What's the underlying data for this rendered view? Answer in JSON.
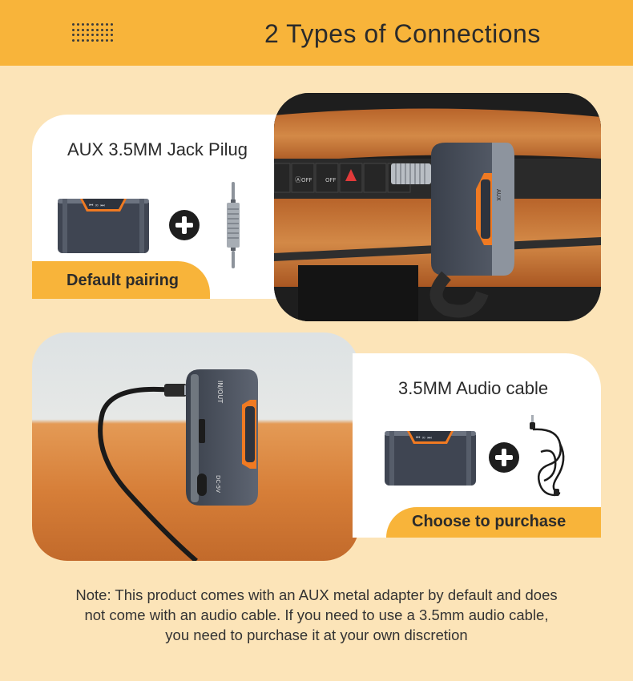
{
  "header": {
    "title": "2 Types of Connections",
    "icon": "grid-dots-icon"
  },
  "option_aux": {
    "title": "AUX 3.5MM Jack Pilug",
    "tag": "Default pairing"
  },
  "option_cable": {
    "title": "3.5MM Audio cable",
    "tag": "Choose to purchase"
  },
  "note": {
    "lines": [
      "Note: This product comes with an AUX metal adapter by default and does",
      "not come with an audio cable. If you need to use a 3.5mm audio cable,",
      "you need to purchase it at your own discretion"
    ]
  },
  "device_labels": {
    "in_out": "IN/OUT",
    "dc5v": "DC-5V",
    "aux": "AUX",
    "off1": "OFF",
    "off2": "OFF"
  },
  "colors": {
    "background": "#FCE4B8",
    "accent": "#F8B43A",
    "device_accent": "#F07A22",
    "card": "#FFFFFF"
  }
}
